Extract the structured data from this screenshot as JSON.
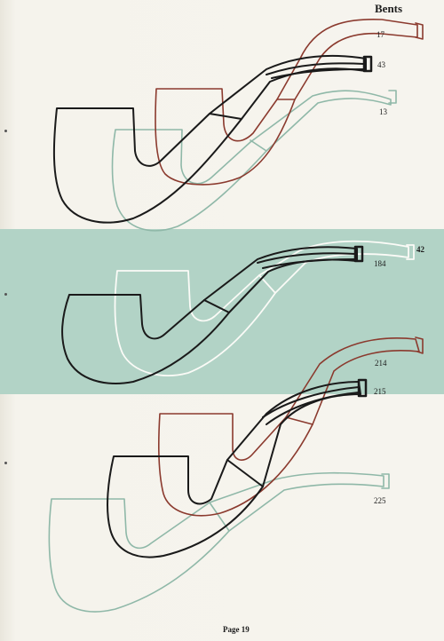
{
  "section_title": "Bents",
  "page_number": "Page 19",
  "colors": {
    "black": "#1a1a1a",
    "red": "#8b3a2e",
    "sage": "#8fb8a8",
    "white": "#fbfbf7",
    "band": "#b2d3c6"
  },
  "pipes": [
    {
      "id": "17",
      "label": "17",
      "color": "red"
    },
    {
      "id": "43",
      "label": "43",
      "color": "black"
    },
    {
      "id": "13",
      "label": "13",
      "color": "sage"
    },
    {
      "id": "42",
      "label": "42",
      "color": "white"
    },
    {
      "id": "184",
      "label": "184",
      "color": "black"
    },
    {
      "id": "214",
      "label": "214",
      "color": "red"
    },
    {
      "id": "215",
      "label": "215",
      "color": "black"
    },
    {
      "id": "225",
      "label": "225",
      "color": "sage"
    }
  ]
}
